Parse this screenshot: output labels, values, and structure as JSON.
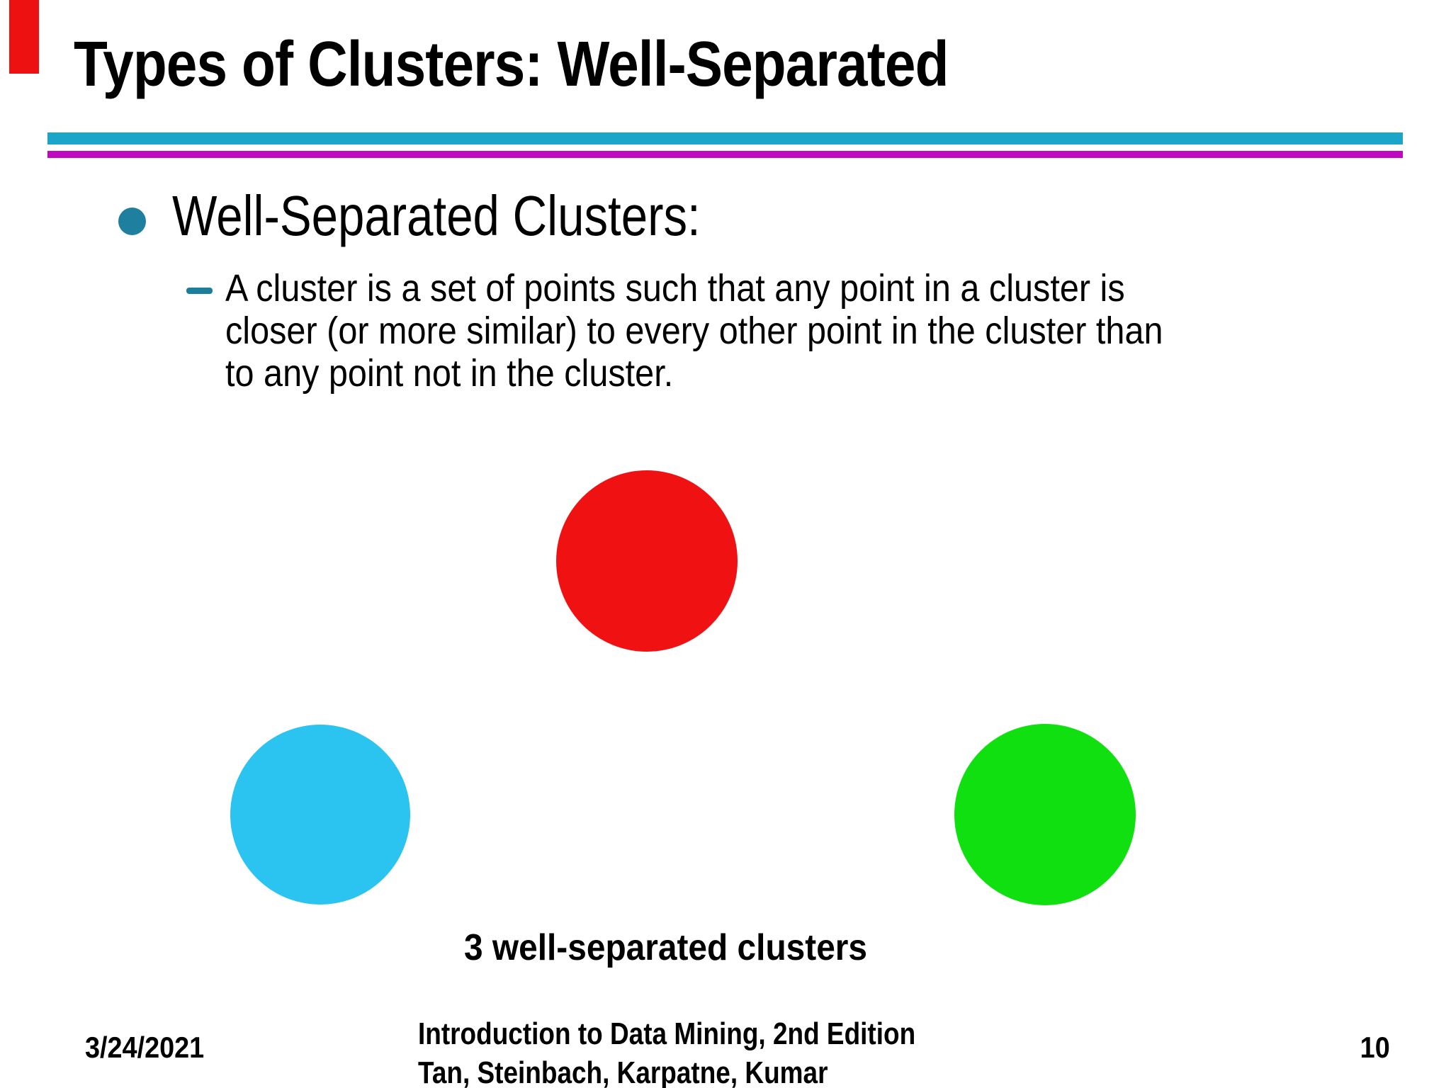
{
  "slide": {
    "title": "Types of Clusters: Well-Separated"
  },
  "colors": {
    "accent_bar": "#ee1111",
    "rule_top": "#1ba6c9",
    "rule_bottom": "#c008c0",
    "bullet": "#1e7f9e",
    "dash": "#1d7e9c",
    "cluster_red": "#f01212",
    "cluster_cyan": "#2bc4f0",
    "cluster_green": "#10e010"
  },
  "content": {
    "bullet_heading": "Well-Separated Clusters:",
    "sub_bullet_lines": [
      "A cluster is a set of points such that any point in a cluster is",
      "closer (or more similar) to every other point in the cluster than",
      "to any point not in the cluster."
    ]
  },
  "figure": {
    "caption": "3 well-separated clusters",
    "clusters": [
      {
        "name": "red cluster",
        "color": "#f01212"
      },
      {
        "name": "cyan cluster",
        "color": "#2bc4f0"
      },
      {
        "name": "green cluster",
        "color": "#10e010"
      }
    ]
  },
  "footer": {
    "date": "3/24/2021",
    "reference_line1": "Introduction to Data Mining, 2nd Edition",
    "reference_line2": "Tan, Steinbach, Karpatne, Kumar",
    "page_number": "10"
  }
}
